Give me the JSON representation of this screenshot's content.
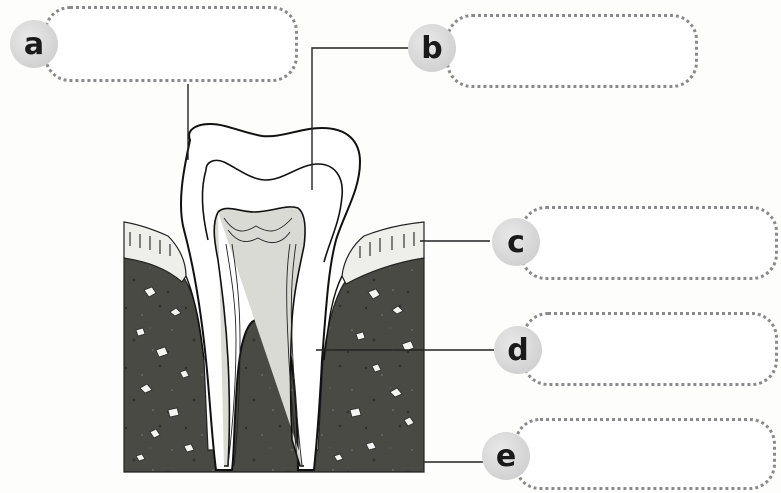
{
  "labels": [
    {
      "letter": "a",
      "text": ""
    },
    {
      "letter": "b",
      "text": ""
    },
    {
      "letter": "c",
      "text": ""
    },
    {
      "letter": "d",
      "text": ""
    },
    {
      "letter": "e",
      "text": ""
    }
  ]
}
